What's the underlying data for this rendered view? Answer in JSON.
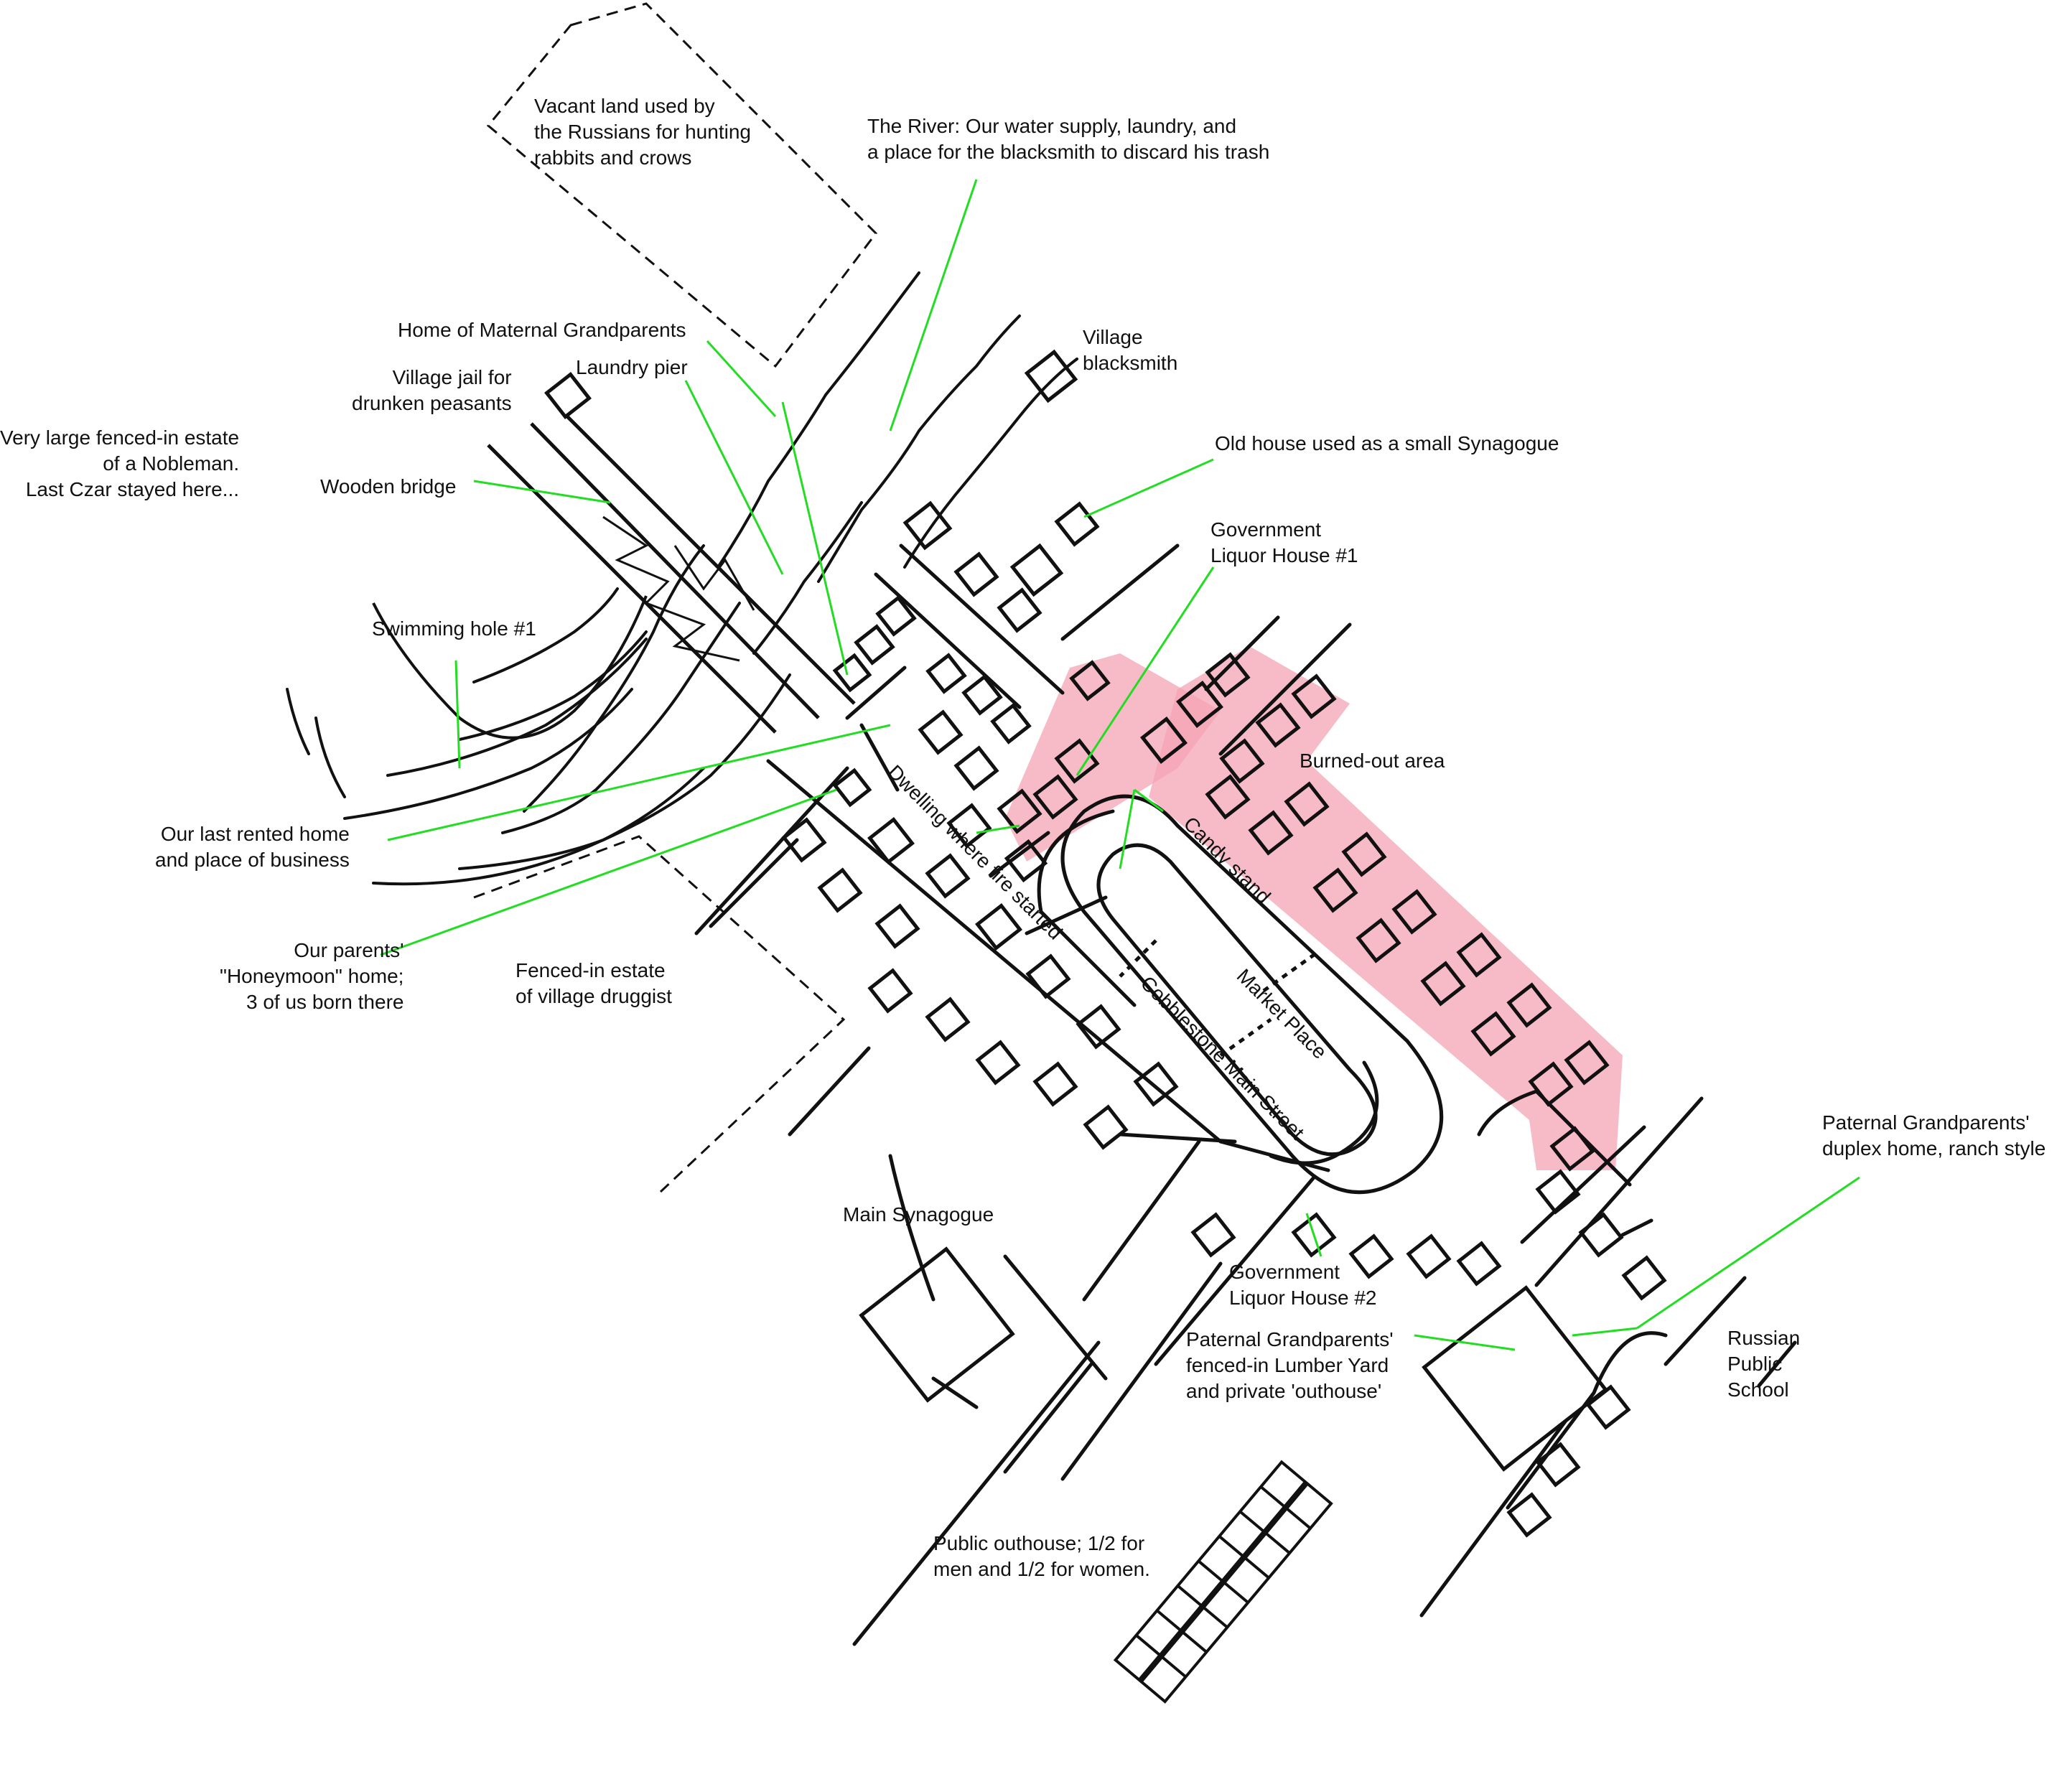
{
  "colors": {
    "ink": "#111111",
    "leader": "#22dd22",
    "burned": "#f4a3b4"
  },
  "labels": {
    "vacant_land": [
      "Vacant land used by",
      "the Russians for hunting",
      "rabbits and crows"
    ],
    "river": [
      "The River: Our water supply, laundry, and",
      "a place for the blacksmith to discard his trash"
    ],
    "maternal_grandparents": "Home of Maternal Grandparents",
    "laundry_pier": "Laundry pier",
    "village_jail": [
      "Village jail for",
      "drunken peasants"
    ],
    "nobleman_estate": [
      "Very large fenced-in estate",
      "of a Nobleman.",
      "Last Czar stayed here..."
    ],
    "wooden_bridge": "Wooden bridge",
    "swimming_hole": "Swimming hole #1",
    "village_blacksmith": [
      "Village",
      "blacksmith"
    ],
    "small_synagogue": "Old house used as a small Synagogue",
    "liquor_house_1": [
      "Government",
      "Liquor House #1"
    ],
    "burned_out_area": "Burned-out area",
    "last_rented_home": [
      "Our last rented home",
      "and place of business"
    ],
    "honeymoon_home": [
      "Our parents'",
      "\"Honeymoon\" home;",
      "3 of us born there"
    ],
    "druggist_estate": [
      "Fenced-in estate",
      "of village druggist"
    ],
    "dwelling_fire": "Dwelling where fire started",
    "candy_stand": "Candy stand",
    "market_place": "Market Place",
    "main_street": "Cobblestone Main Street",
    "main_synagogue": "Main Synagogue",
    "liquor_house_2": [
      "Government",
      "Liquor House #2"
    ],
    "lumber_yard": [
      "Paternal Grandparents'",
      "fenced-in Lumber Yard",
      "and private 'outhouse'"
    ],
    "paternal_duplex": [
      "Paternal Grandparents'",
      "duplex home, ranch style"
    ],
    "russian_school": [
      "Russian",
      "Public",
      "School"
    ],
    "public_outhouse": [
      "Public outhouse; 1/2 for",
      "men and 1/2 for women."
    ]
  }
}
